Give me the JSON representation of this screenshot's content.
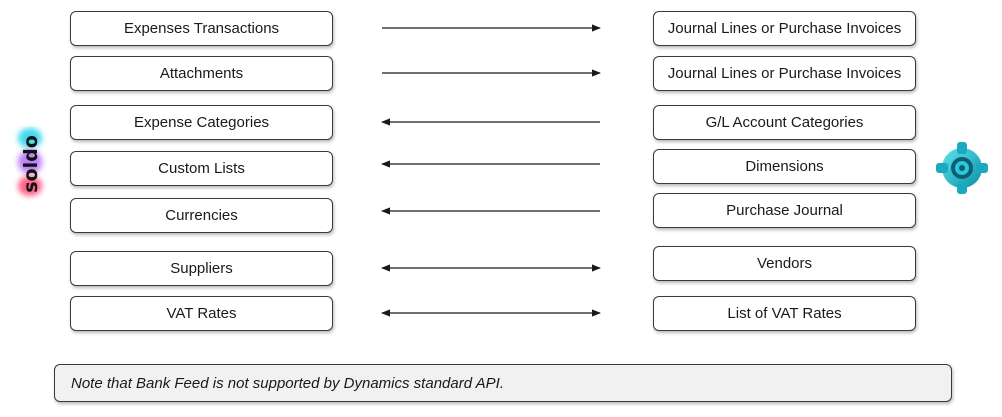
{
  "left_logo": {
    "name": "soldo-logo",
    "text": "soldo"
  },
  "right_logo": {
    "name": "dynamics-365-business-central-logo"
  },
  "rows": [
    {
      "left": "Expenses Transactions",
      "right": "Journal Lines or Purchase Invoices",
      "direction": "right"
    },
    {
      "left": "Attachments",
      "right": "Journal Lines or Purchase Invoices",
      "direction": "right"
    },
    {
      "left": "Expense Categories",
      "right": "G/L Account Categories",
      "direction": "left"
    },
    {
      "left": "Custom Lists",
      "right": "Dimensions",
      "direction": "left"
    },
    {
      "left": "Currencies",
      "right": "Purchase Journal",
      "direction": "left"
    },
    {
      "left": "Suppliers",
      "right": "Vendors",
      "direction": "both"
    },
    {
      "left": "VAT Rates",
      "right": "List of VAT Rates",
      "direction": "both"
    }
  ],
  "note": "Note that Bank Feed is not supported by Dynamics standard API."
}
